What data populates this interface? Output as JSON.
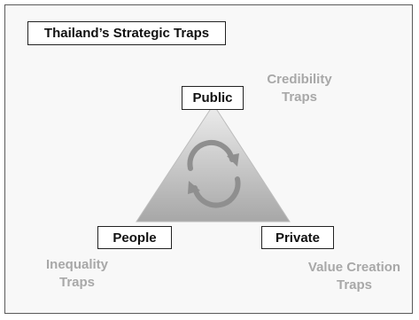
{
  "title": "Thailand’s Strategic Traps",
  "nodes": {
    "top": "Public",
    "left": "People",
    "right": "Private"
  },
  "traps": {
    "credibility": [
      "Credibility",
      "Traps"
    ],
    "inequality": [
      "Inequality",
      "Traps"
    ],
    "value_creation": [
      "Value Creation",
      "Traps"
    ]
  },
  "colors": {
    "frame_border": "#5a5a5a",
    "box_border": "#222222",
    "trap_text": "#a8a8a8",
    "triangle_light": "#ececec",
    "triangle_dark": "#a9a9a9",
    "cycle_arrows": "#8f8f8f"
  },
  "icons": {
    "center": "cycle-arrows-icon"
  }
}
